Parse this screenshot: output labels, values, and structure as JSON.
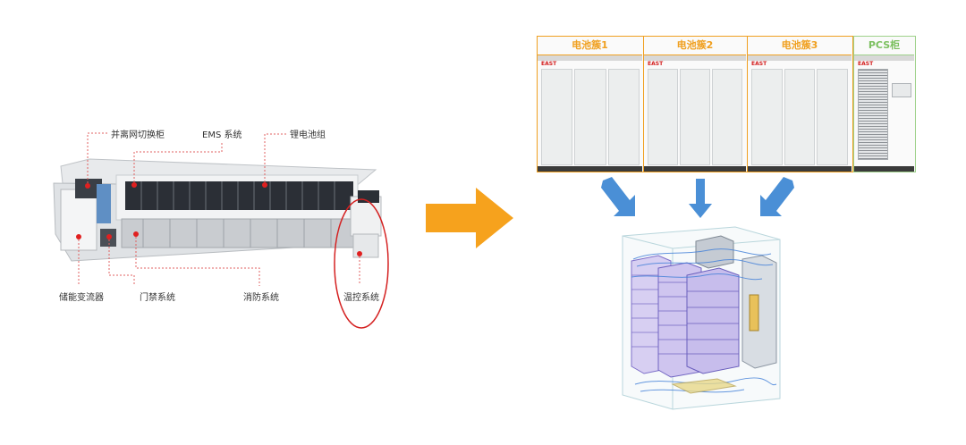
{
  "container_labels": {
    "grid_switch": "并离网切换柜",
    "ems": "EMS 系统",
    "battery": "锂电池组",
    "pcs": "储能变流器",
    "access": "门禁系统",
    "fire": "消防系统",
    "thermal": "温控系统"
  },
  "cabinets": [
    {
      "title": "电池簇1",
      "brand": "EAST"
    },
    {
      "title": "电池簇2",
      "brand": "EAST"
    },
    {
      "title": "电池簇3",
      "brand": "EAST"
    },
    {
      "title": "PCS柜",
      "brand": "EAST"
    }
  ],
  "colors": {
    "orange": "#f0a020",
    "green": "#9ed18a",
    "red": "#e02020",
    "arrow_orange": "#f6a21d",
    "arrow_blue": "#4a8fd6"
  }
}
